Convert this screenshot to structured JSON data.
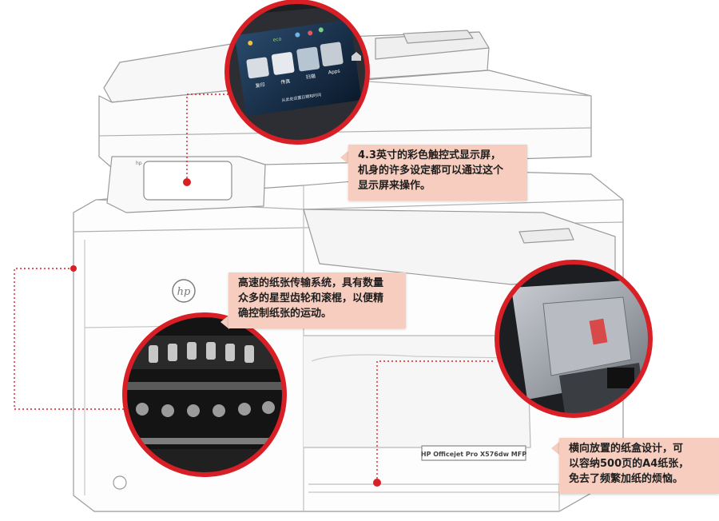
{
  "device": {
    "brand_mark": "hp",
    "model_label": "HP Officejet Pro X576dw MFP",
    "panel_brand": "hp"
  },
  "touchscreen": {
    "tiles": [
      "复印",
      "传真",
      "扫描",
      "Apps"
    ],
    "status_text": "eco",
    "bottom_text": "从此处设置日期和时间"
  },
  "callouts": {
    "display": [
      "4.3英寸的彩色触控式显示屏，",
      "机身的许多设定都可以通过这个",
      "显示屏来操作。"
    ],
    "feed": [
      "高速的纸张传输系统，具有数量",
      "众多的星型齿轮和滚棍，以便精",
      "确控制纸张的运动。"
    ],
    "tray": [
      "横向放置的纸盒设计，可",
      "以容纳500页的A4纸张，",
      "免去了频繁加纸的烦恼。"
    ]
  },
  "colors": {
    "accent_red": "#d91f26",
    "callout_bg": "#f6cdbf",
    "leader_line": "#d91f26",
    "outline": "#9a9a9a"
  },
  "icons": {
    "hp_logo": "hp-logo-icon",
    "home": "home-icon",
    "help": "help-icon",
    "power": "power-icon"
  }
}
